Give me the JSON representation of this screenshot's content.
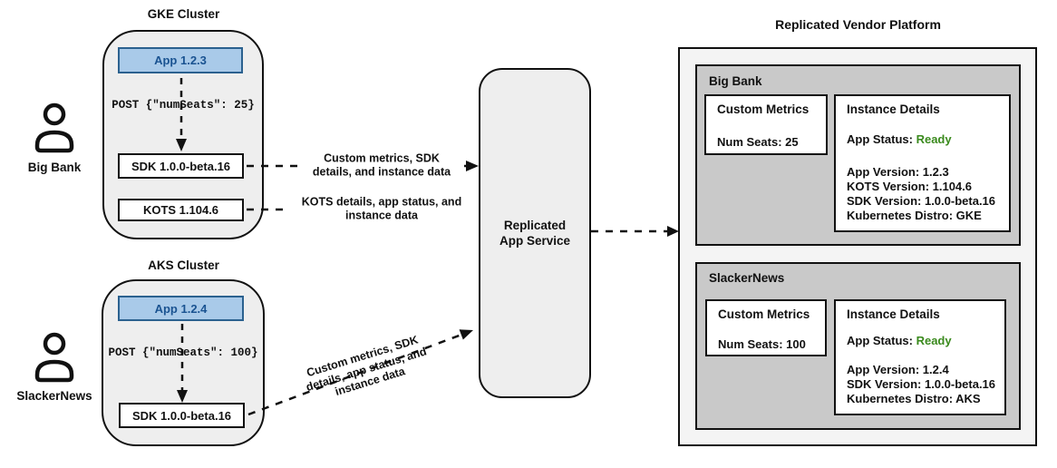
{
  "users": [
    {
      "name": "Big Bank"
    },
    {
      "name": "SlackerNews"
    }
  ],
  "clusters": [
    {
      "title": "GKE Cluster",
      "app_label": "App 1.2.3",
      "post_request": "POST {\"numSeats\": 25}",
      "sdk_label": "SDK 1.0.0-beta.16",
      "kots_label": "KOTS 1.104.6"
    },
    {
      "title": "AKS Cluster",
      "app_label": "App 1.2.4",
      "post_request": "POST {\"numSeats\": 100}",
      "sdk_label": "SDK 1.0.0-beta.16"
    }
  ],
  "arrow_labels": {
    "sdk_to_service": "Custom metrics, SDK details, and instance data",
    "kots_to_service": "KOTS details, app status, and instance data",
    "aks_sdk_to_service": "Custom metrics, SDK details, app status, and instance data"
  },
  "service": {
    "label": "Replicated App Service"
  },
  "platform": {
    "title": "Replicated Vendor Platform",
    "customers": [
      {
        "name": "Big Bank",
        "custom_metrics": {
          "title": "Custom Metrics",
          "metric": "Num Seats: 25"
        },
        "instance_details": {
          "title": "Instance Details",
          "app_status_label": "App Status:",
          "app_status_value": "Ready",
          "lines": [
            "App Version: 1.2.3",
            "KOTS Version: 1.104.6",
            "SDK Version: 1.0.0-beta.16",
            "Kubernetes Distro: GKE"
          ]
        }
      },
      {
        "name": "SlackerNews",
        "custom_metrics": {
          "title": "Custom Metrics",
          "metric": "Num Seats: 100"
        },
        "instance_details": {
          "title": "Instance Details",
          "app_status_label": "App Status:",
          "app_status_value": "Ready",
          "lines": [
            "App Version: 1.2.4",
            "SDK Version: 1.0.0-beta.16",
            "Kubernetes Distro: AKS"
          ]
        }
      }
    ]
  },
  "colors": {
    "app_box_fill": "#a9cae9",
    "app_box_border": "#2b618f",
    "app_box_text": "#1a5391",
    "status_ready_green": "#3a8a1d",
    "customer_panel_gray": "#c9c9c9",
    "cluster_fill_gray": "#eeeeee",
    "platform_fill": "#f4f4f4",
    "border_black": "#111111"
  }
}
